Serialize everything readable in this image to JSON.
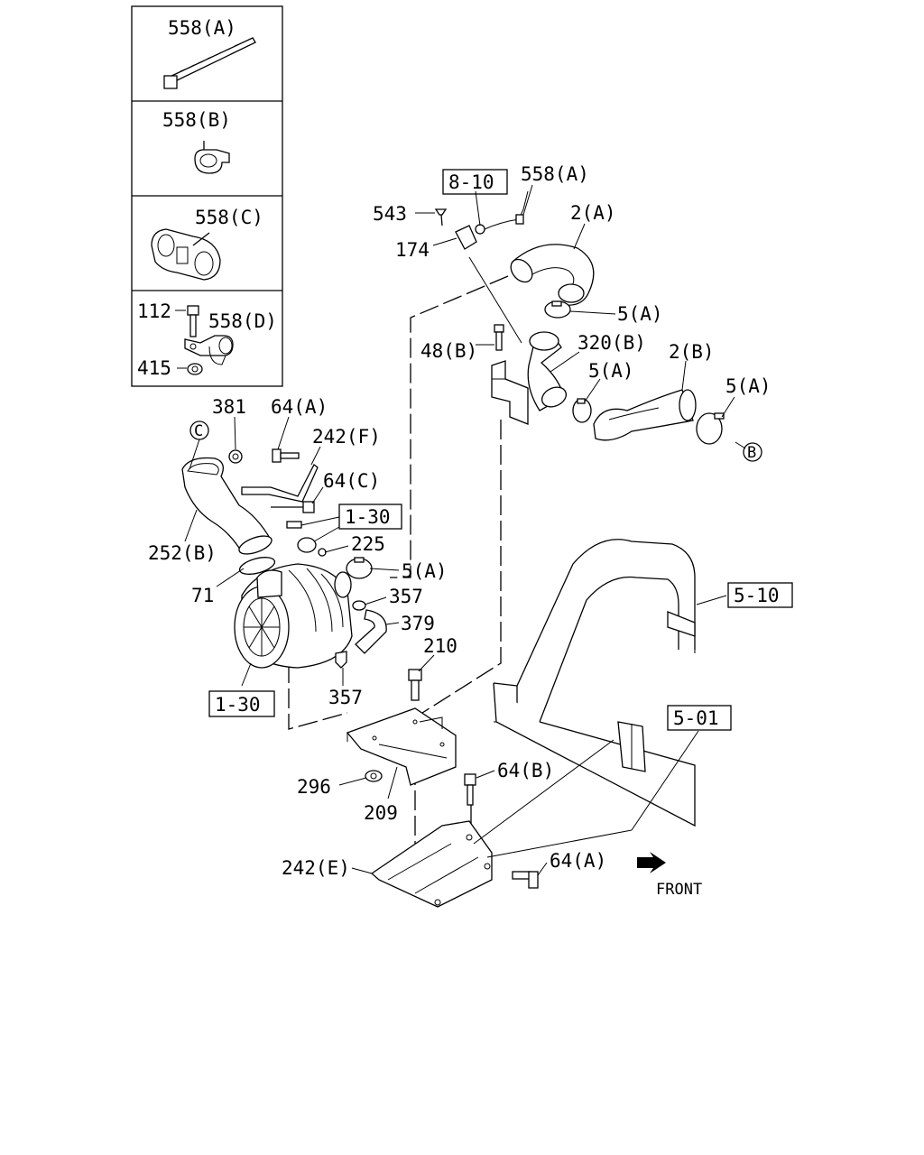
{
  "inset": {
    "clip_a": "558(A)",
    "clip_b": "558(B)",
    "clip_c": "558(C)",
    "clip_d": "558(D)",
    "bolt": "112",
    "nut": "415"
  },
  "refs": {
    "ref_8_10": "8-10",
    "ref_1_30_top": "1-30",
    "ref_1_30_bottom": "1-30",
    "ref_5_10": "5-10",
    "ref_5_01": "5-01"
  },
  "circles": {
    "c": "C",
    "b": "B"
  },
  "labels": {
    "l558a_top": "558(A)",
    "l543": "543",
    "l174": "174",
    "l2a": "2(A)",
    "l5a_1": "5(A)",
    "l48b": "48(B)",
    "l320b": "320(B)",
    "l5a_2": "5(A)",
    "l2b": "2(B)",
    "l5a_3": "5(A)",
    "l381": "381",
    "l64a_1": "64(A)",
    "l242f": "242(F)",
    "l64c": "64(C)",
    "l252b": "252(B)",
    "l225": "225",
    "l5a_4": "5(A)",
    "l71": "71",
    "l357_1": "357",
    "l379": "379",
    "l210": "210",
    "l357_2": "357",
    "l296": "296",
    "l64b": "64(B)",
    "l209": "209",
    "l242e": "242(E)",
    "l64a_2": "64(A)",
    "front": "FRONT"
  }
}
